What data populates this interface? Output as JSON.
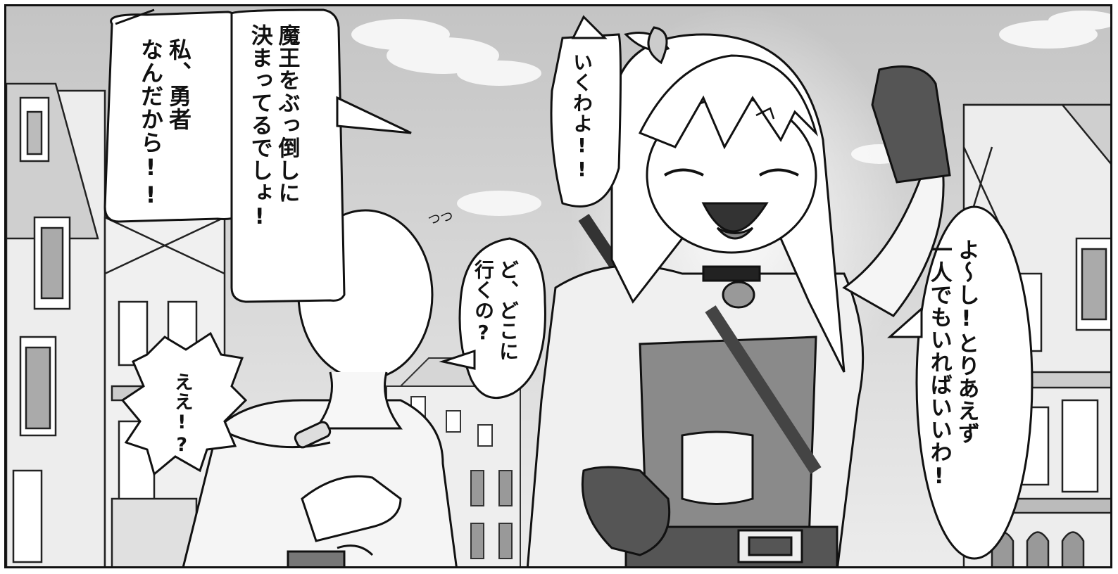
{
  "speech": {
    "yuusha": "私、勇者\nなんだから!!",
    "maou": "魔王をぶっ倒しに\n決まってるでしょ!",
    "ikuwayo": "いくわよ!!",
    "dokoni": "ど、どこに\n行くの?",
    "ee": "ええ!?",
    "yoshi": "よ〜し!とりあえず\n一人でもいればいいわ!"
  },
  "sfx": {
    "fluster": "つつ"
  },
  "colors": {
    "ink": "#111111",
    "sky": "#d4d4d4",
    "cloud": "#f4f4f4",
    "glove": "#555555",
    "tunic": "#8a8a8a"
  }
}
